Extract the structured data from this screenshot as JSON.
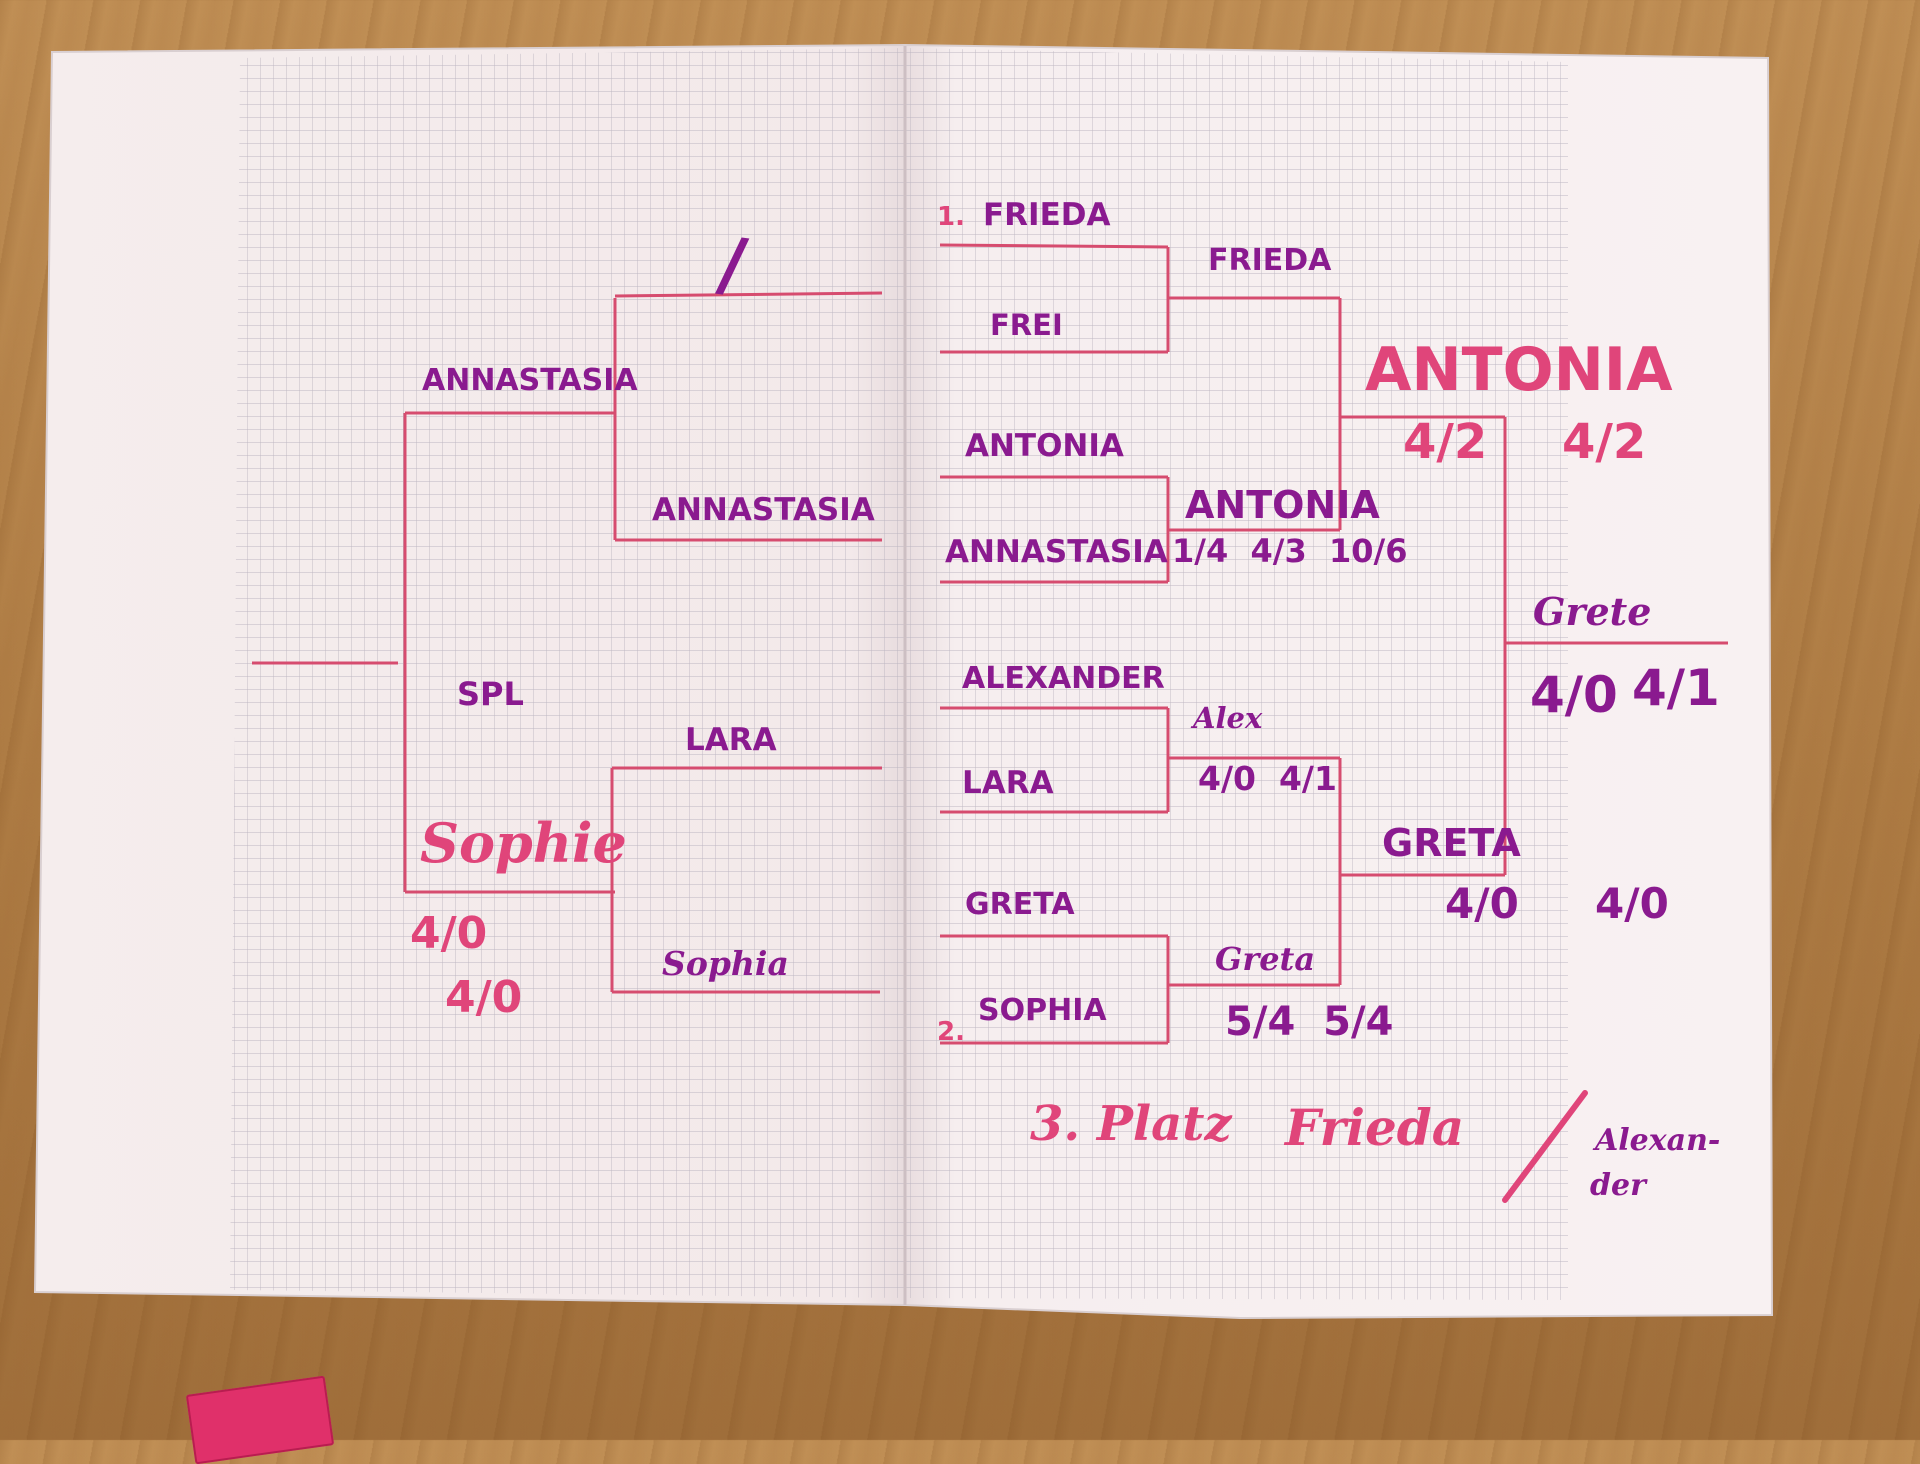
{
  "colors": {
    "table": "#b8854a",
    "paper": "#f7eff0",
    "grid_line": "#b7b0bd",
    "bracket_line": "#d64c6f",
    "ink_purple": "#8a1a8f",
    "ink_pink": "#e0457a"
  },
  "left_bracket": {
    "slash_mark": "/",
    "qf_top_winner": "ANNASTASIA",
    "qf_top_entrant": "ANNASTASIA",
    "qf_bottom_top_entrant": "LARA",
    "qf_bottom_entrant": "Sophia",
    "qf_bottom_winner": "Sophie",
    "match_label": "SPL",
    "score_line_1": "4/0",
    "score_line_2": "4/0"
  },
  "right_bracket": {
    "round1": [
      {
        "prefix": "1.",
        "top": "FRIEDA",
        "bottom": "FREI",
        "winner": "FRIEDA"
      },
      {
        "prefix": "",
        "top": "ANTONIA",
        "bottom": "ANNASTASIA",
        "winner": "ANTONIA",
        "score": "1/4  4/3  10/6"
      },
      {
        "prefix": "",
        "top": "ALEXANDER",
        "bottom": "LARA",
        "winner": "Alex",
        "score": "4/0  4/1"
      },
      {
        "prefix": "2.",
        "top": "GRETA",
        "bottom": "SOPHIA",
        "winner": "Greta",
        "score": "5/4  5/4"
      }
    ],
    "semifinal_top_winner": "ANTONIA",
    "semifinal_top_score_a": "4/2",
    "semifinal_top_score_b": "4/2",
    "semifinal_bottom_winner": "GRETA",
    "semifinal_bottom_score_a": "4/0",
    "semifinal_bottom_score_b": "4/0",
    "final_winner": "Grete",
    "final_score_a": "4/0",
    "final_score_b": "4/1"
  },
  "third_place": {
    "label": "3. Platz",
    "name_a": "Frieda",
    "name_b_line1": "Alexan-",
    "name_b_line2": "der"
  },
  "icons": {
    "table": "wooden-table",
    "sheet": "grid-paper-sheet",
    "marker_box": "pink-box"
  }
}
